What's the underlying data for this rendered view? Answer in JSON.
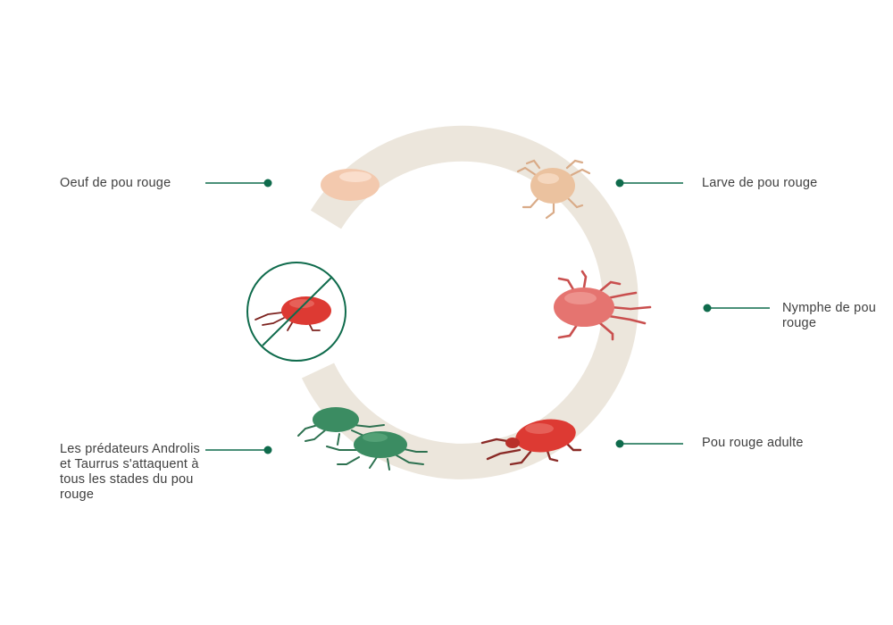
{
  "colors": {
    "ring": "#ece6dc",
    "connector": "#0f6b4c",
    "label_text": "#3f3f3f",
    "egg": "#f3c9ae",
    "larva": "#ebc29f",
    "nymph": "#e57470",
    "adult": "#dd3a33",
    "predator": "#3b8c62"
  },
  "labels": {
    "egg": "Oeuf de pou rouge",
    "larva": "Larve de pou rouge",
    "nymph": "Nymphe de pou rouge",
    "adult": "Pou rouge adulte",
    "predators": "Les prédateurs Androlis et Taurrus s'attaquent à tous les stades du pou rouge"
  },
  "icons": {
    "egg": "egg-icon",
    "larva": "larva-mite-icon",
    "nymph": "nymph-mite-icon",
    "adult": "adult-mite-icon",
    "predators": "predator-mite-icon",
    "prohibited": "prohibited-mite-icon"
  }
}
